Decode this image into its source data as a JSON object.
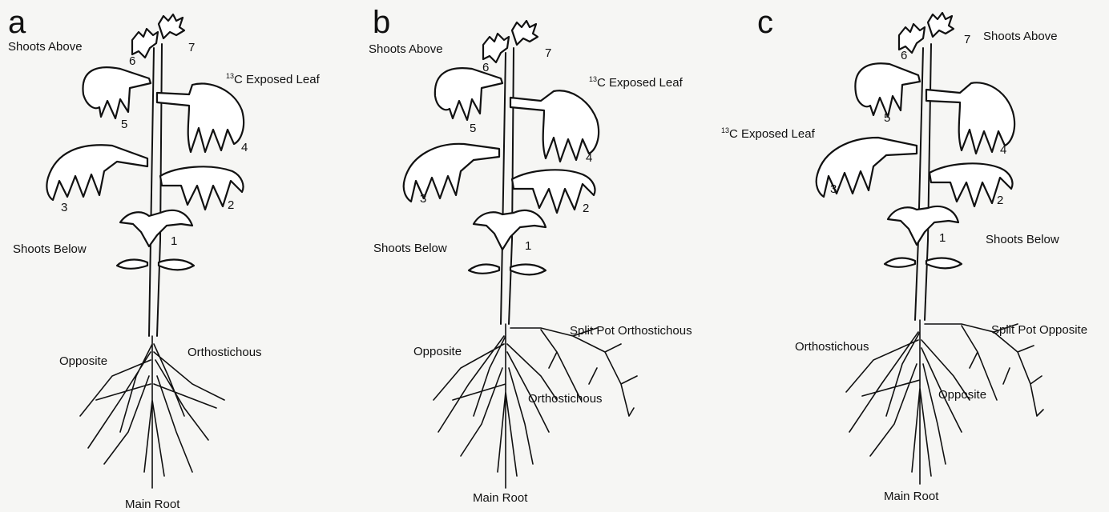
{
  "panels": [
    {
      "letter": "a",
      "shoots_above": "Shoots Above",
      "exposed_sup": "13",
      "exposed_text": "C Exposed Leaf",
      "shoots_below": "Shoots Below",
      "root_left": "Opposite",
      "root_right": "Orthostichous",
      "main_root": "Main Root",
      "leaf_numbers": [
        "1",
        "2",
        "3",
        "4",
        "5",
        "6",
        "7"
      ]
    },
    {
      "letter": "b",
      "shoots_above": "Shoots Above",
      "exposed_sup": "13",
      "exposed_text": "C Exposed Leaf",
      "shoots_below": "Shoots Below",
      "split_pot": "Split Pot Orthostichous",
      "root_left": "Opposite",
      "root_right": "Orthostichous",
      "main_root": "Main Root",
      "leaf_numbers": [
        "1",
        "2",
        "3",
        "4",
        "5",
        "6",
        "7"
      ]
    },
    {
      "letter": "c",
      "shoots_above": "Shoots Above",
      "exposed_sup": "13",
      "exposed_text": "C Exposed Leaf",
      "shoots_below": "Shoots Below",
      "split_pot": "Split Pot Opposite",
      "root_left": "Orthostichous",
      "root_right": "Opposite",
      "main_root": "Main Root",
      "leaf_numbers": [
        "1",
        "2",
        "3",
        "4",
        "5",
        "6",
        "7"
      ]
    }
  ]
}
